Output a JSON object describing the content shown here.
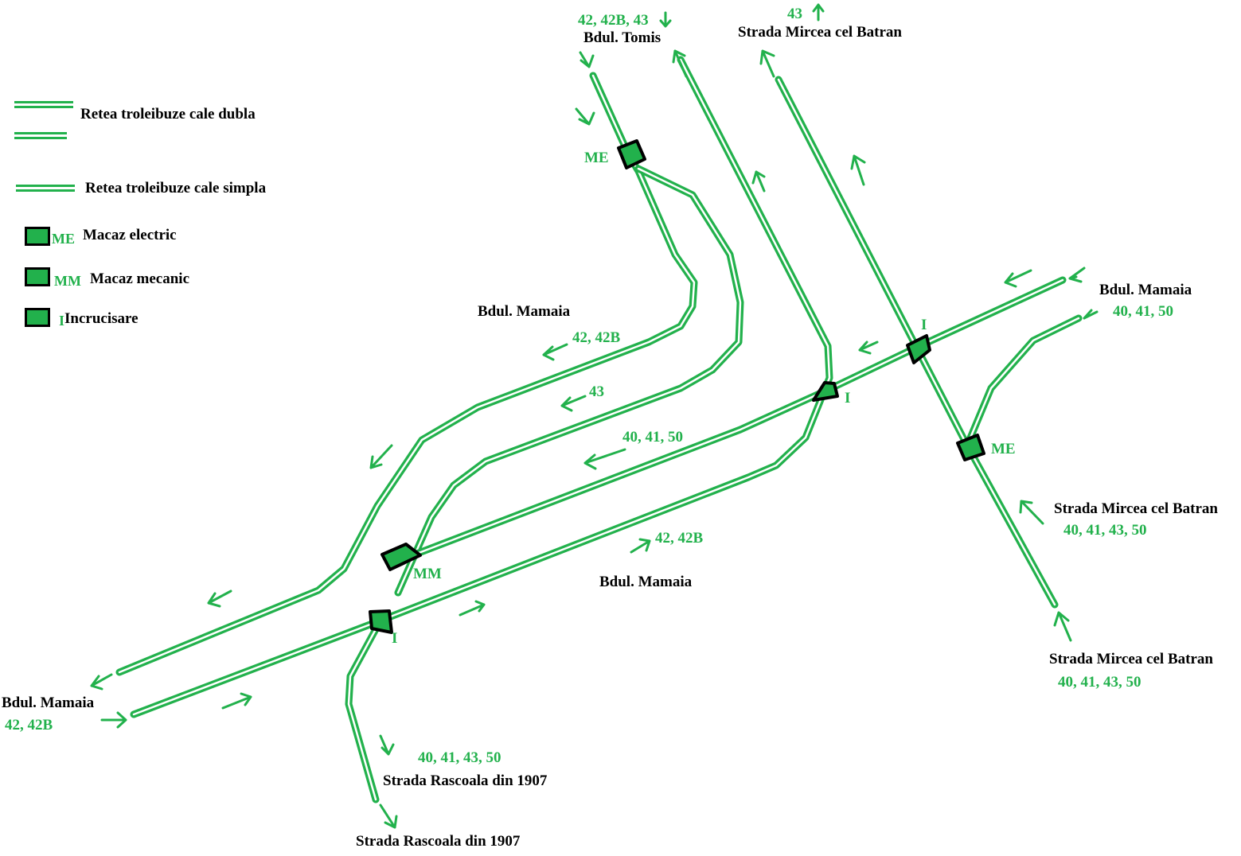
{
  "colors": {
    "network": "#22b14c",
    "outline": "#000000",
    "background": "#ffffff"
  },
  "legend": {
    "double_line": "Retea troleibuze cale dubla",
    "single_line": "Retea troleibuze cale simpla",
    "electric_switch_code": "ME",
    "electric_switch": "Macaz electric",
    "mechanical_switch_code": "MM",
    "mechanical_switch": "Macaz mecanic",
    "crossing_code": "I",
    "crossing": "Incrucisare"
  },
  "streets": {
    "tomis": "Bdul. Tomis",
    "mircea_top": "Strada Mircea cel Batran",
    "mamaia_upper_left": "Bdul. Mamaia",
    "mamaia_right": "Bdul. Mamaia",
    "mamaia_center": "Bdul. Mamaia",
    "mircea_mid": "Strada Mircea cel Batran",
    "mircea_bottom": "Strada Mircea cel Batran",
    "mamaia_bottom_left": "Bdul. Mamaia",
    "rascoala_1": "Strada Rascoala din 1907",
    "rascoala_2": "Strada Rascoala din 1907"
  },
  "routes": {
    "tomis": "42, 42B, 43",
    "mircea_top": "43",
    "mamaia_42": "42, 42B",
    "mamaia_43": "43",
    "mamaia_40": "40, 41, 50",
    "mamaia_right": "40, 41, 50",
    "mircea_mid": "40, 41, 43, 50",
    "mamaia_center": "42, 42B",
    "mircea_bottom": "40, 41, 43, 50",
    "mamaia_bottom_left": "42, 42B",
    "rascoala": "40, 41, 43, 50"
  },
  "nodes": {
    "me_top": "ME",
    "me_right": "ME",
    "mm": "MM",
    "i_top": "I",
    "i_mid": "I",
    "i_bottom": "I"
  }
}
